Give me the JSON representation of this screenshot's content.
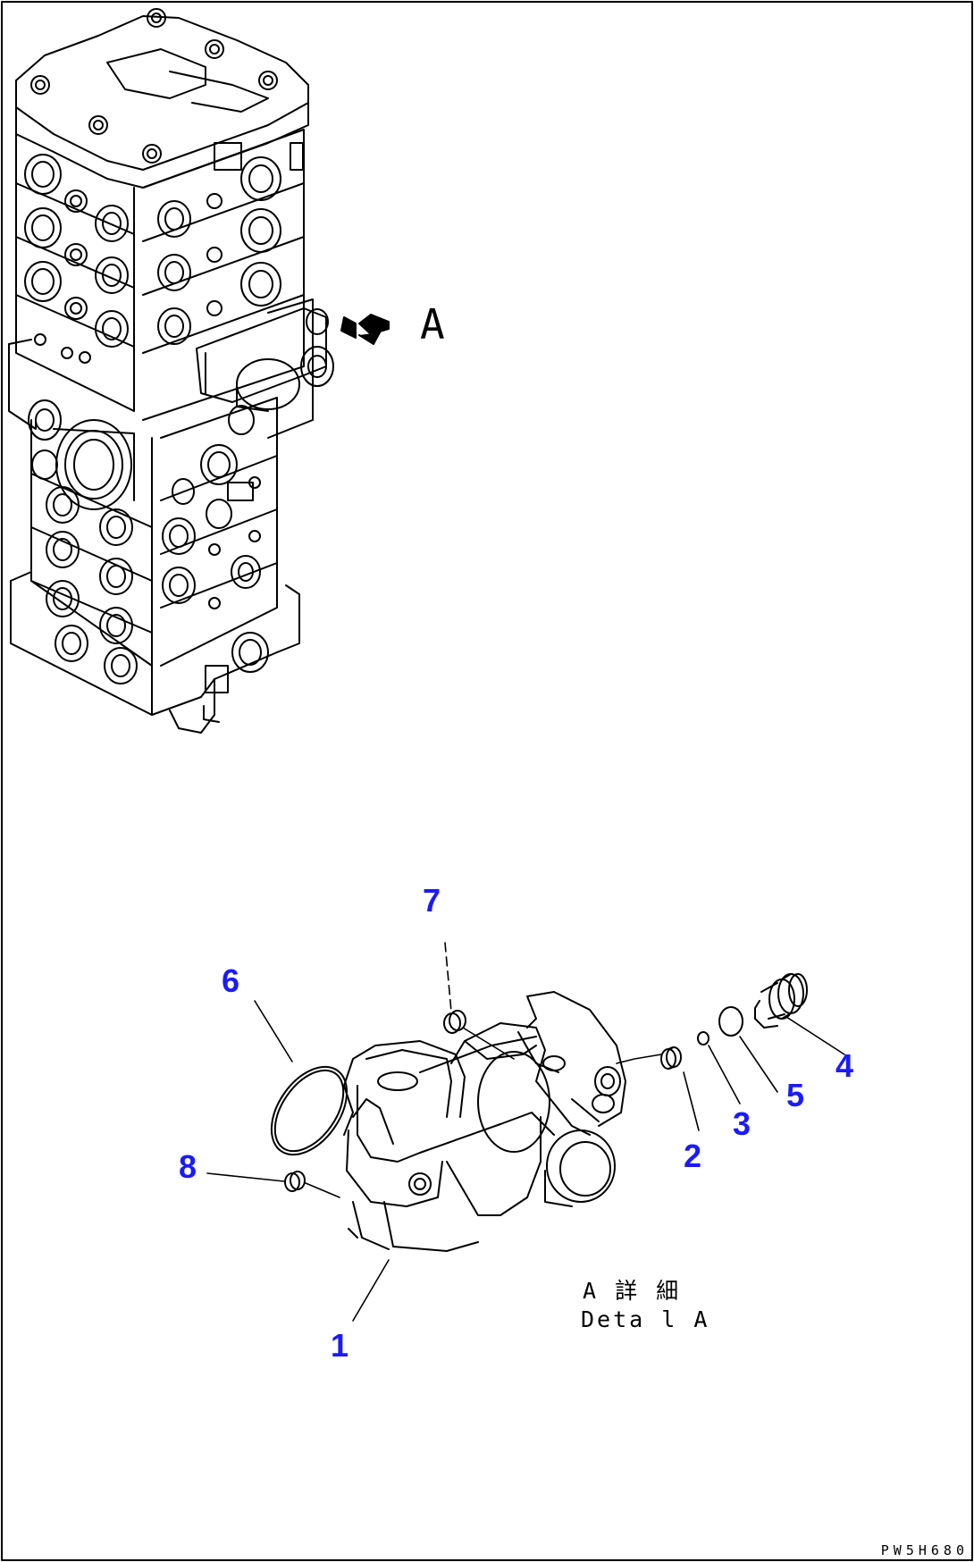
{
  "view_marker": {
    "letter": "A"
  },
  "detail_label": {
    "line1": "A 詳 細",
    "line2": "Deta l A"
  },
  "parts": [
    {
      "number": "1"
    },
    {
      "number": "2"
    },
    {
      "number": "3"
    },
    {
      "number": "4"
    },
    {
      "number": "5"
    },
    {
      "number": "6"
    },
    {
      "number": "7"
    },
    {
      "number": "8"
    }
  ],
  "drawing_id": "PW5H680",
  "colors": {
    "callout": "#1a1aff",
    "line": "#000000"
  }
}
